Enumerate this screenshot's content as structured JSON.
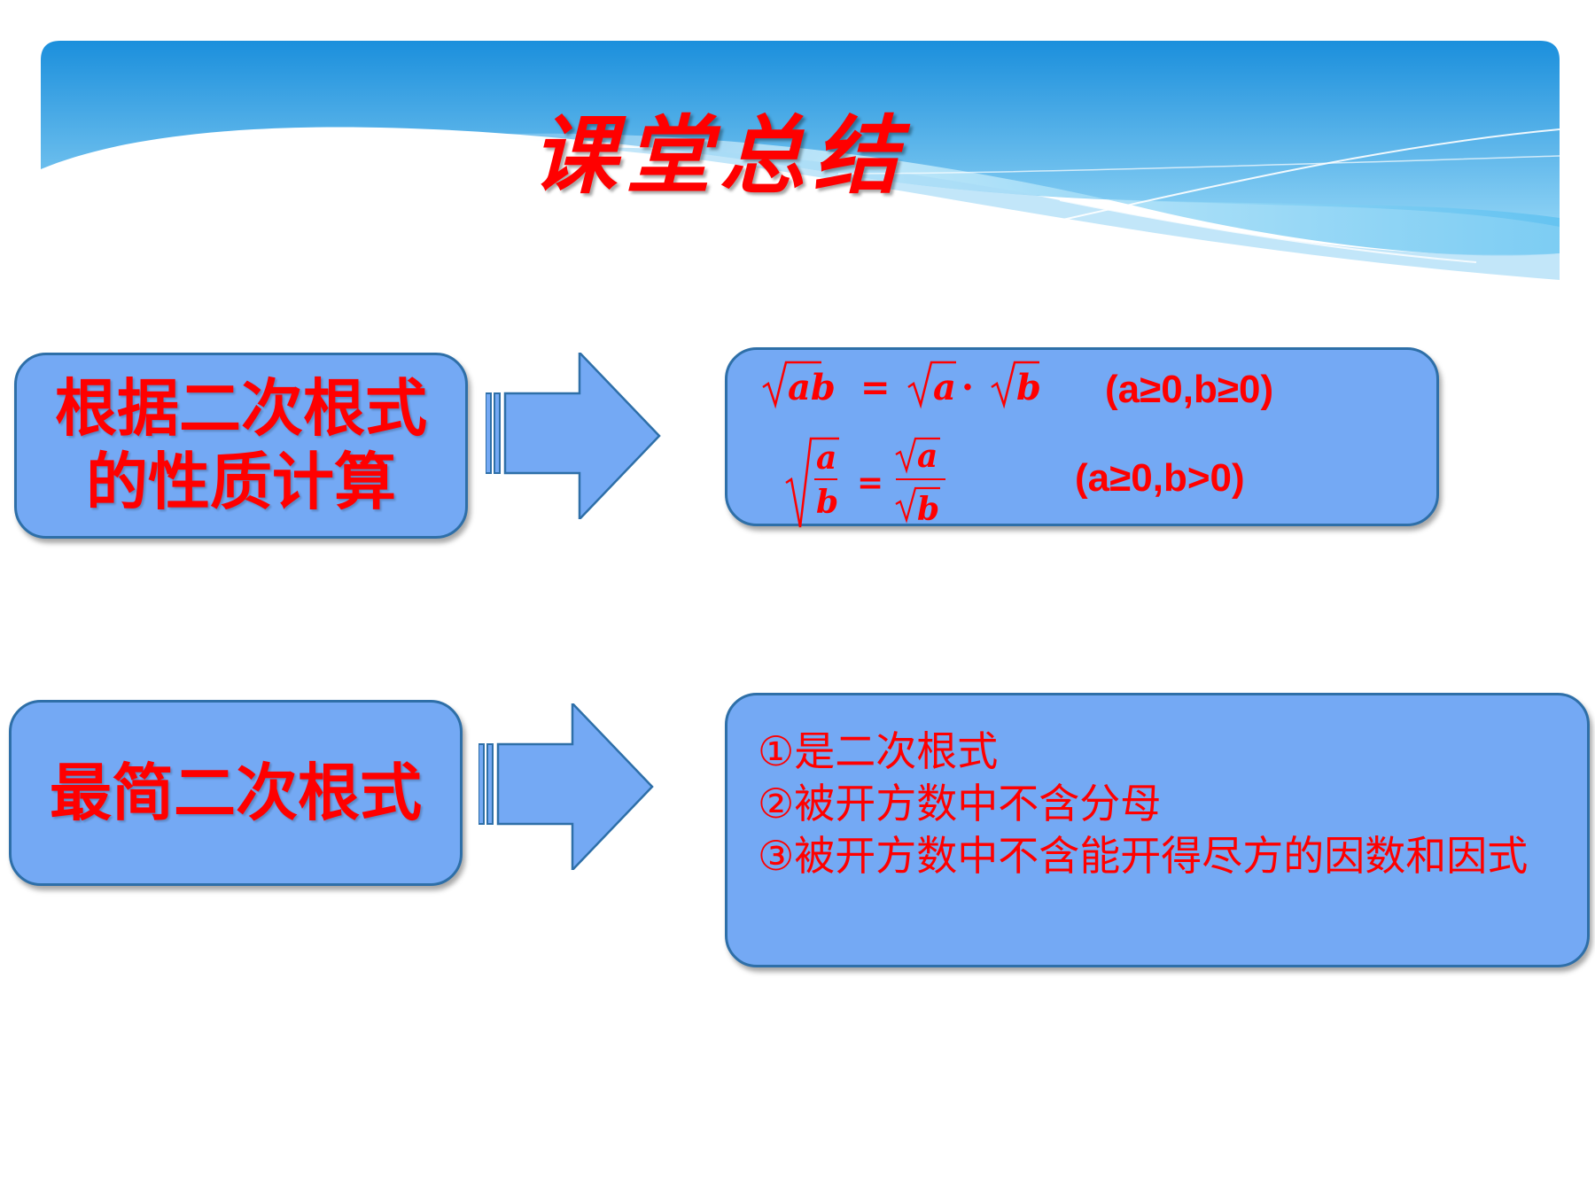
{
  "slide": {
    "title": "课堂总结"
  },
  "section1": {
    "topic_line1": "根据二次根式",
    "topic_line2": "的性质计算",
    "condition1": "(a≥0,b≥0)",
    "condition2": "(a≥0,b>0)"
  },
  "section2": {
    "topic": "最简二次根式",
    "criteria": [
      "①是二次根式",
      "②被开方数中不含分母",
      "③被开方数中不含能开得尽方的因数和因式"
    ]
  },
  "colors": {
    "box_fill": "#74a9f4",
    "box_border": "#2e6fa8",
    "text_red": "#ff0000",
    "banner_blue": "#1e9be3"
  }
}
